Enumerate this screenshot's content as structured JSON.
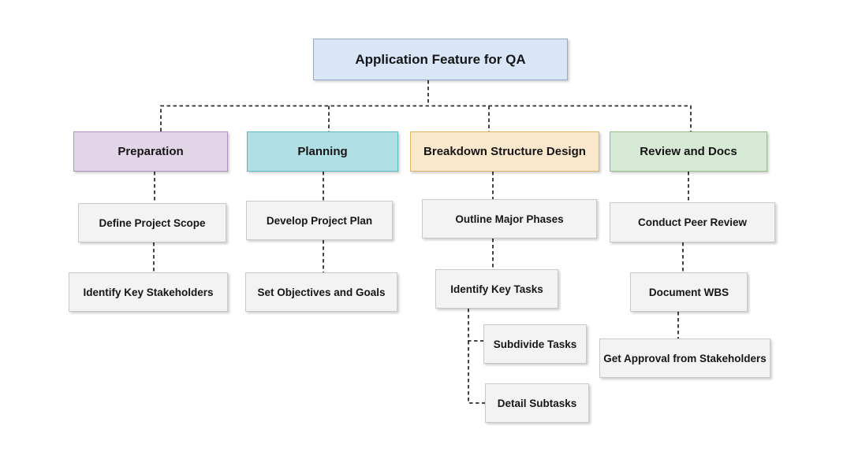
{
  "page": {
    "background": "#ffffff"
  },
  "diagram": {
    "type": "work-breakdown-structure-flowchart",
    "title": "Application Feature for QA",
    "line_color": "#2f2f2f",
    "line_style": "dashed",
    "nodes": {
      "root": {
        "label": "Application Feature for QA",
        "fill": "#d8e6f8",
        "border": "#92a9d1"
      },
      "preparation": {
        "label": "Preparation",
        "fill": "#e1d5e7",
        "border": "#ab92c2"
      },
      "planning": {
        "label": "Planning",
        "fill": "#b0e0e6",
        "border": "#5cb8c2"
      },
      "breakdown": {
        "label": "Breakdown Structure Design",
        "fill": "#fbe7cb",
        "border": "#e2b563"
      },
      "review": {
        "label": "Review and Docs",
        "fill": "#d6e9d4",
        "border": "#94bd8a"
      },
      "define_scope": {
        "label": "Define Project Scope",
        "fill": "#f3f3f3",
        "border": "#c9c9c9"
      },
      "identify_stakeholders": {
        "label": "Identify Key Stakeholders",
        "fill": "#f3f3f3",
        "border": "#c9c9c9"
      },
      "develop_plan": {
        "label": "Develop Project Plan",
        "fill": "#f3f3f3",
        "border": "#c9c9c9"
      },
      "set_objectives": {
        "label": "Set Objectives and Goals",
        "fill": "#f3f3f3",
        "border": "#c9c9c9"
      },
      "outline_phases": {
        "label": "Outline Major Phases",
        "fill": "#f3f3f3",
        "border": "#c9c9c9"
      },
      "identify_tasks": {
        "label": "Identify Key Tasks",
        "fill": "#f3f3f3",
        "border": "#c9c9c9"
      },
      "subdivide_tasks": {
        "label": "Subdivide Tasks",
        "fill": "#f3f3f3",
        "border": "#c9c9c9"
      },
      "detail_subtasks": {
        "label": "Detail Subtasks",
        "fill": "#f3f3f3",
        "border": "#c9c9c9"
      },
      "conduct_review": {
        "label": "Conduct Peer Review",
        "fill": "#f3f3f3",
        "border": "#c9c9c9"
      },
      "document_wbs": {
        "label": "Document WBS",
        "fill": "#f3f3f3",
        "border": "#c9c9c9"
      },
      "get_approval": {
        "label": "Get Approval from Stakeholders",
        "fill": "#f3f3f3",
        "border": "#c9c9c9"
      }
    },
    "edges": [
      {
        "from": "root",
        "to": "preparation"
      },
      {
        "from": "root",
        "to": "planning"
      },
      {
        "from": "root",
        "to": "breakdown"
      },
      {
        "from": "root",
        "to": "review"
      },
      {
        "from": "preparation",
        "to": "define_scope"
      },
      {
        "from": "define_scope",
        "to": "identify_stakeholders"
      },
      {
        "from": "planning",
        "to": "develop_plan"
      },
      {
        "from": "develop_plan",
        "to": "set_objectives"
      },
      {
        "from": "breakdown",
        "to": "outline_phases"
      },
      {
        "from": "outline_phases",
        "to": "identify_tasks"
      },
      {
        "from": "identify_tasks",
        "to": "subdivide_tasks"
      },
      {
        "from": "identify_tasks",
        "to": "detail_subtasks"
      },
      {
        "from": "review",
        "to": "conduct_review"
      },
      {
        "from": "conduct_review",
        "to": "document_wbs"
      },
      {
        "from": "document_wbs",
        "to": "get_approval"
      }
    ]
  }
}
